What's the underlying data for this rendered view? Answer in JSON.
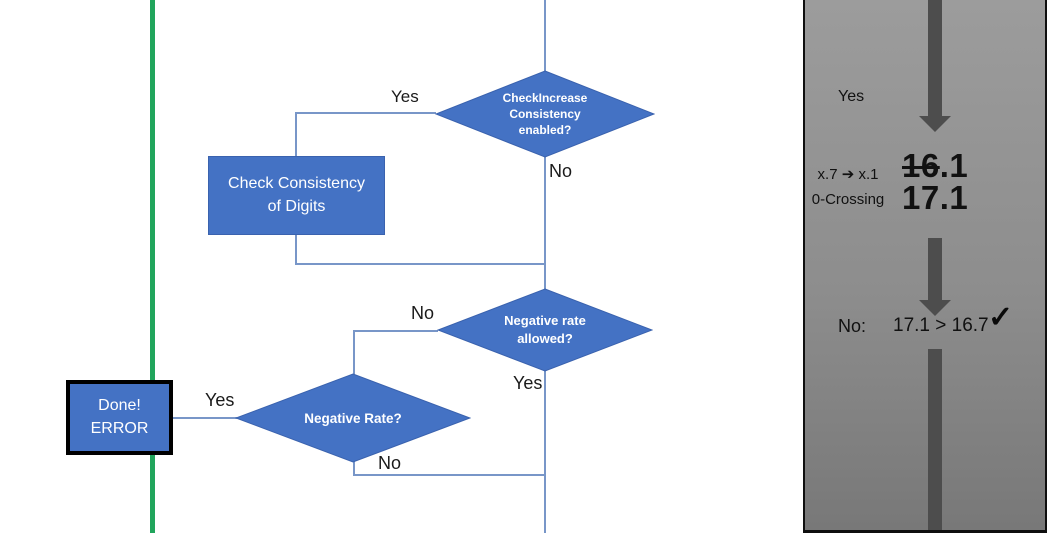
{
  "colors": {
    "shape_fill": "#4472C4",
    "shape_border": "#3A62AE",
    "connector": "#7896C8",
    "green_line": "#21A55C",
    "panel_gradient_top": "#9C9C9C",
    "panel_gradient_bottom": "#787878",
    "panel_border": "#0F0F0F",
    "panel_arrow": "#4D4D4D"
  },
  "flowchart": {
    "diamond_check_increase": {
      "lines": [
        "CheckIncrease",
        "Consistency",
        "enabled?"
      ]
    },
    "rect_check_consistency": {
      "lines": [
        "Check Consistency",
        "of Digits"
      ]
    },
    "diamond_negative_allowed": {
      "lines": [
        "Negative rate",
        "allowed?"
      ]
    },
    "diamond_negative_rate": {
      "lines": [
        "Negative Rate?"
      ]
    },
    "box_done_error": {
      "lines": [
        "Done!",
        "ERROR"
      ]
    },
    "labels": {
      "yes_top": "Yes",
      "no_top": "No",
      "no_mid": "No",
      "yes_mid": "Yes",
      "yes_done": "Yes",
      "no_bottom": "No"
    }
  },
  "panel": {
    "yes_label": "Yes",
    "rule_line1": "x.7 ➔ x.1",
    "rule_line2": "0-Crossing",
    "old_value_struck": "16",
    "old_value_rest": ".1",
    "new_value": "17.1",
    "no_label": "No:",
    "comparison": "17.1 > 16.7",
    "check_icon": "✓"
  }
}
